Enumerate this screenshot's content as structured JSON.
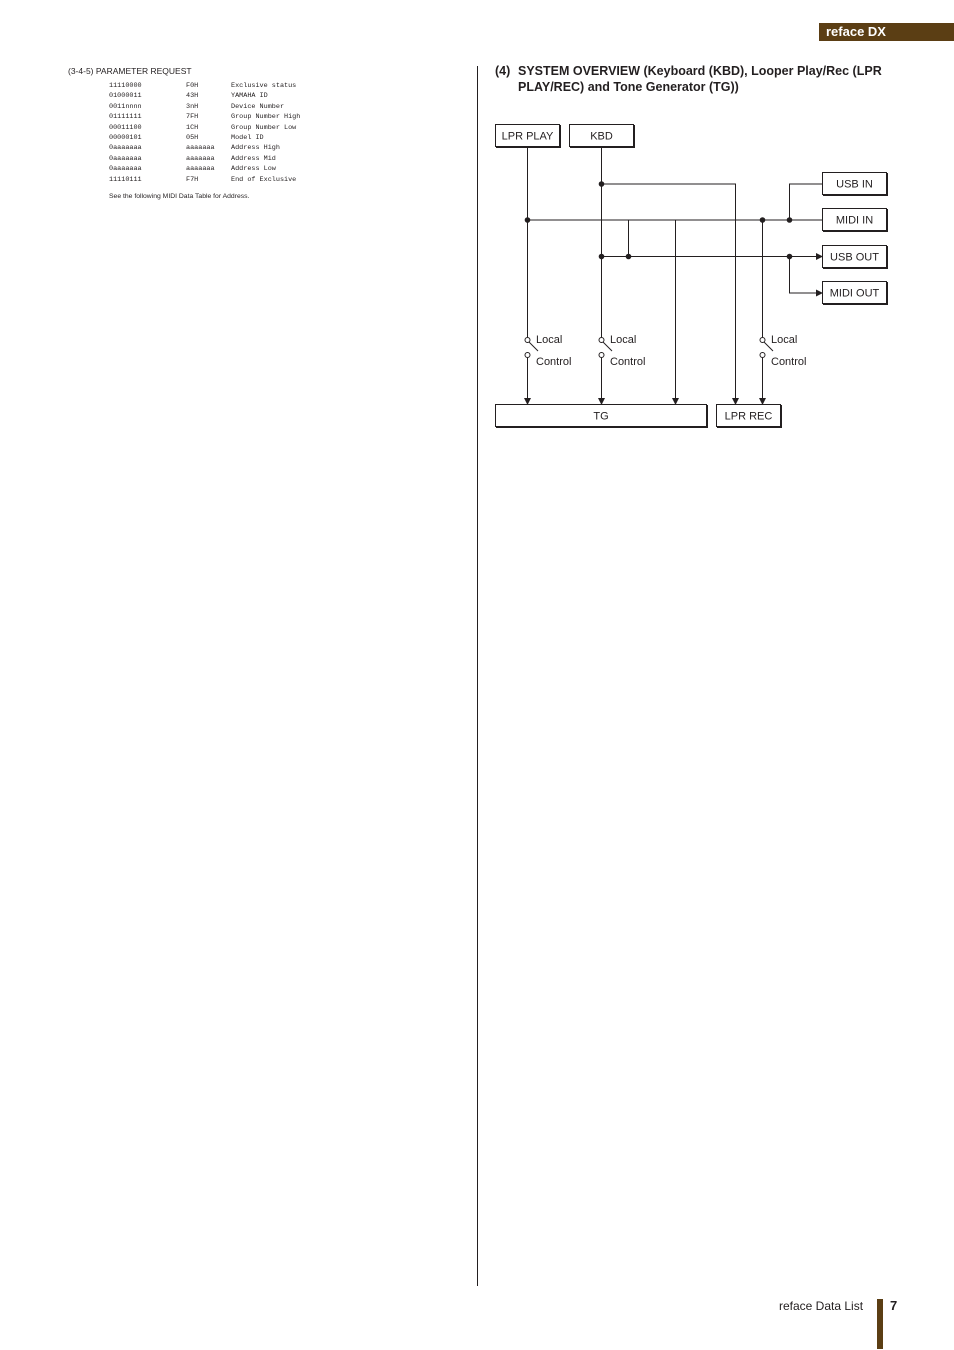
{
  "header": {
    "brand": "reface DX"
  },
  "left": {
    "section_title": "(3-4-5) PARAMETER REQUEST",
    "rows": [
      [
        "11110000",
        "F0H",
        "Exclusive status"
      ],
      [
        "01000011",
        "43H",
        "YAMAHA ID"
      ],
      [
        "0011nnnn",
        "3nH",
        "Device Number"
      ],
      [
        "01111111",
        "7FH",
        "Group Number High"
      ],
      [
        "00011100",
        "1CH",
        "Group Number Low"
      ],
      [
        "00000101",
        "05H",
        "Model ID"
      ],
      [
        "0aaaaaaa",
        "aaaaaaa",
        "Address High"
      ],
      [
        "0aaaaaaa",
        "aaaaaaa",
        "Address Mid"
      ],
      [
        "0aaaaaaa",
        "aaaaaaa",
        "Address Low"
      ],
      [
        "11110111",
        "F7H",
        "End of Exclusive"
      ]
    ],
    "note": "See the following MIDI Data Table for Address."
  },
  "right": {
    "heading_number": "(4)",
    "heading_text": "SYSTEM OVERVIEW (Keyboard (KBD), Looper Play/Rec (LPR PLAY/REC) and Tone Generator (TG))",
    "diagram": {
      "lpr_play": "LPR PLAY",
      "kbd": "KBD",
      "usb_in": "USB IN",
      "midi_in": "MIDI IN",
      "usb_out": "USB OUT",
      "midi_out": "MIDI OUT",
      "tg": "TG",
      "lpr_rec": "LPR REC",
      "local": "Local",
      "control": "Control"
    }
  },
  "footer": {
    "label": "reface Data List",
    "page": "7"
  }
}
